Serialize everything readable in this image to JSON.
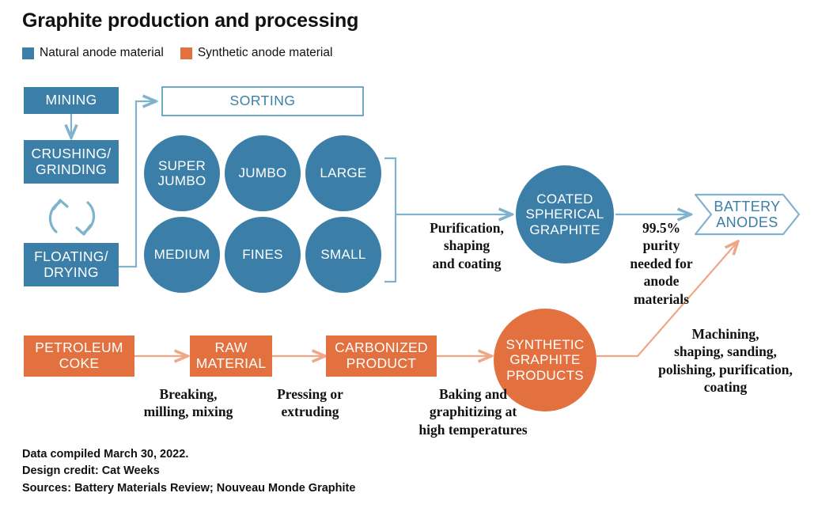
{
  "title": "Graphite production and processing",
  "legend": {
    "items": [
      {
        "label": "Natural anode material",
        "color": "#3B7FA8"
      },
      {
        "label": "Synthetic anode material",
        "color": "#E3713F"
      }
    ]
  },
  "natural_track": {
    "stages": [
      {
        "id": "mining",
        "label": "MINING"
      },
      {
        "id": "crushing-grinding",
        "label": "CRUSHING/\nGRINDING"
      },
      {
        "id": "floating-drying",
        "label": "FLOATING/\nDRYING"
      },
      {
        "id": "sorting",
        "label": "SORTING"
      }
    ],
    "grades": [
      {
        "id": "super-jumbo",
        "label": "SUPER\nJUMBO"
      },
      {
        "id": "jumbo",
        "label": "JUMBO"
      },
      {
        "id": "large",
        "label": "LARGE"
      },
      {
        "id": "medium",
        "label": "MEDIUM"
      },
      {
        "id": "fines",
        "label": "FINES"
      },
      {
        "id": "small",
        "label": "SMALL"
      }
    ],
    "coated_spherical_graphite": "COATED\nSPHERICAL\nGRAPHITE",
    "annotations": {
      "purification": "Purification,\nshaping\nand coating",
      "purity": "99.5%\npurity\nneeded for\nanode materials"
    }
  },
  "synthetic_track": {
    "stages": [
      {
        "id": "petroleum-coke",
        "label": "PETROLEUM\nCOKE"
      },
      {
        "id": "raw-material",
        "label": "RAW\nMATERIAL"
      },
      {
        "id": "carbonized-product",
        "label": "CARBONIZED\nPRODUCT"
      }
    ],
    "synthetic_graphite_products": "SYNTHETIC\nGRAPHITE\nPRODUCTS",
    "annotations": {
      "breaking": "Breaking,\nmilling, mixing",
      "pressing": "Pressing or\nextruding",
      "baking": "Baking and\ngraphitizing at\nhigh temperatures",
      "machining": "Machining,\nshaping, sanding,\npolishing, purification,\ncoating"
    }
  },
  "output": {
    "battery_anodes": "BATTERY\nANODES"
  },
  "footer": {
    "lines": [
      "Data compiled March 30, 2022.",
      "Design credit: Cat Weeks",
      "Sources: Battery Materials Review; Nouveau Monde Graphite"
    ]
  },
  "colors": {
    "natural": "#3B7FA8",
    "synthetic": "#E3713F",
    "connector_blue": "#7FB2CD",
    "connector_orange": "#EFA785"
  }
}
